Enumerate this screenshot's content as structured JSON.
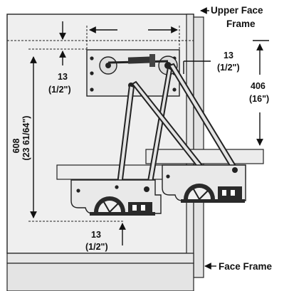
{
  "callouts": {
    "upper_face_frame_line1": "Upper Face",
    "upper_face_frame_line2": "Frame",
    "face_frame": "Face Frame"
  },
  "dimensions": {
    "offset_top_right_mm": "13",
    "offset_top_right_in": "(1/2\")",
    "offset_top_left_mm": "13",
    "offset_top_left_in": "(1/2\")",
    "offset_bottom_mm": "13",
    "offset_bottom_in": "(1/2\")",
    "height_mm": "406",
    "height_in": "(16\")",
    "depth_mm": "608",
    "depth_in": "(23 61/64\")"
  },
  "colors": {
    "cabinet_fill": "#ececec",
    "part_fill": "#e9e9e9",
    "dark_part": "#2a2a2a",
    "line": "#111111"
  }
}
